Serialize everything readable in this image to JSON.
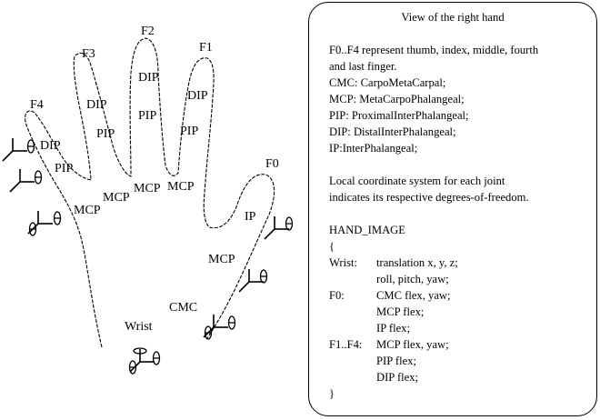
{
  "diagram": {
    "finger_labels": [
      "F0",
      "F1",
      "F2",
      "F3",
      "F4"
    ],
    "joint_labels": {
      "dip": "DIP",
      "pip": "PIP",
      "mcp": "MCP",
      "ip": "IP",
      "cmc": "CMC",
      "wrist": "Wrist"
    }
  },
  "panel": {
    "title": "View of the right hand",
    "intro": [
      "F0..F4 represent thumb, index, middle, fourth",
      "and last finger.",
      "CMC: CarpoMetaCarpal;",
      "MCP: MetaCarpoPhalangeal;",
      "PIP: ProximalInterPhalangeal;",
      "DIP: DistalInterPhalangeal;",
      "IP:InterPhalangeal;"
    ],
    "note": [
      "Local coordinate system for each joint",
      "indicates its respective degrees-of-freedom."
    ],
    "code": {
      "header": "HAND_IMAGE",
      "open": "{",
      "close": "}",
      "entries": [
        {
          "label": "Wrist:",
          "lines": [
            "translation x, y, z;",
            "roll, pitch, yaw;"
          ]
        },
        {
          "label": "F0:",
          "lines": [
            "CMC flex, yaw;",
            "MCP flex;",
            "IP flex;"
          ]
        },
        {
          "label": "F1..F4:",
          "lines": [
            "MCP flex, yaw;",
            "PIP flex;",
            "DIP flex;"
          ]
        }
      ]
    }
  }
}
